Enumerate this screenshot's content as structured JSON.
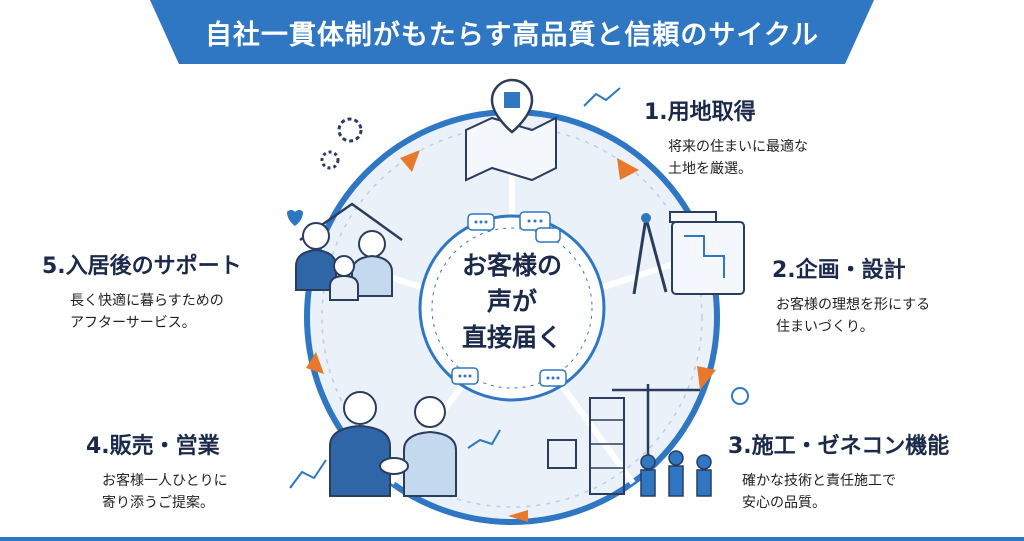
{
  "title": "自社一貫体制がもたらす高品質と信頼のサイクル",
  "center": {
    "lines": [
      "お客様の",
      "声が",
      "直接届く"
    ]
  },
  "steps": [
    {
      "number": "1.",
      "label": "用地取得",
      "desc": [
        "将来の住まいに最適な",
        "土地を厳選。"
      ],
      "icon": "map-pin-icon"
    },
    {
      "number": "2.",
      "label": "企画・設計",
      "desc": [
        "お客様の理想を形にする",
        "住まいづくり。"
      ],
      "icon": "blueprint-compass-icon"
    },
    {
      "number": "3.",
      "label": "施工・ゼネコン機能",
      "desc": [
        "確かな技術と責任施工で",
        "安心の品質。"
      ],
      "icon": "construction-crane-icon"
    },
    {
      "number": "4.",
      "label": "販売・営業",
      "desc": [
        "お客様一人ひとりに",
        "寄り添うご提案。"
      ],
      "icon": "handshake-icon"
    },
    {
      "number": "5.",
      "label": "入居後のサポート",
      "desc": [
        "長く快適に暮らすための",
        "アフターサービス。"
      ],
      "icon": "family-house-icon"
    }
  ],
  "colors": {
    "primary": "#2f76c3",
    "navy": "#1b2a4a",
    "arrow": "#e8782a",
    "ring_light": "#dbe7f4",
    "ring_mid": "#c4d8ee"
  }
}
